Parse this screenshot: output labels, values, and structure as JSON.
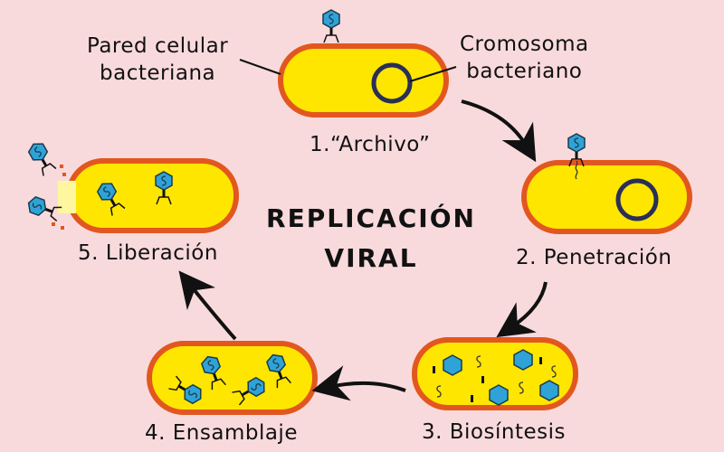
{
  "title": {
    "line1": "REPLICACIÓN",
    "line2": "VIRAL"
  },
  "annotations": {
    "cell_wall": {
      "line1": "Pared celular",
      "line2": "bacteriana"
    },
    "chromosome": {
      "line1": "Cromosoma",
      "line2": "bacteriano"
    }
  },
  "stages": [
    {
      "label": "1.“Archivo”"
    },
    {
      "label": "2. Penetración"
    },
    {
      "label": "3. Biosíntesis"
    },
    {
      "label": "4. Ensamblaje"
    },
    {
      "label": "5. Liberación"
    }
  ],
  "colors": {
    "background": "#f9dadc",
    "cell_fill": "#ffe600",
    "cell_wall": "#e2571f",
    "chromosome": "#2a2f55",
    "virus": "#2fa3d8",
    "arrow": "#111111"
  }
}
